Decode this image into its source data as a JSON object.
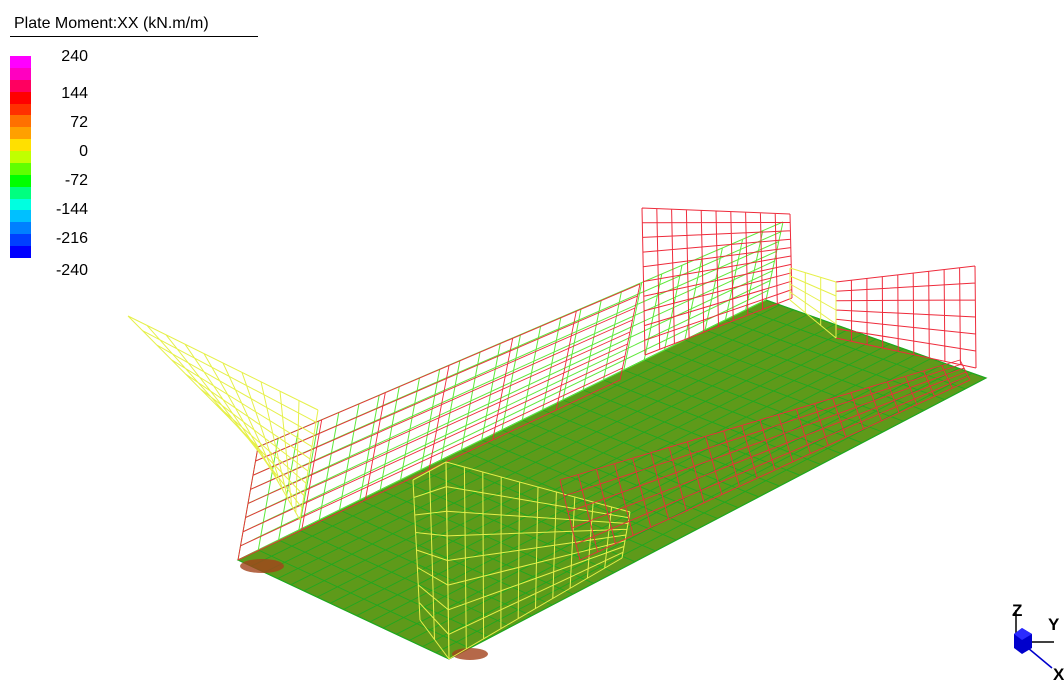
{
  "legend": {
    "title": "Plate Moment:XX (kN.m/m)",
    "labels": [
      "240",
      "144",
      "72",
      "0",
      "-72",
      "-144",
      "-216",
      "-240"
    ],
    "colors": [
      "#ff00ff",
      "#ff00c0",
      "#ff0060",
      "#ff0000",
      "#ff3000",
      "#ff7000",
      "#ffa000",
      "#ffe000",
      "#c0ff00",
      "#60ff00",
      "#00ff00",
      "#00ff80",
      "#00ffe0",
      "#00c0ff",
      "#0080ff",
      "#0040ff",
      "#0000ff"
    ]
  },
  "mesh": {
    "slab_fill": "#5e9a1a",
    "slab_grid": "#1fa81f",
    "red_line": "#ee2b3b",
    "yellow_line": "#e6f04a",
    "green_line": "#5ee83a",
    "hotspot": "#a3421c"
  },
  "axes": {
    "z": "Z",
    "y": "Y",
    "x": "X",
    "cube_color": "#0000cc"
  }
}
